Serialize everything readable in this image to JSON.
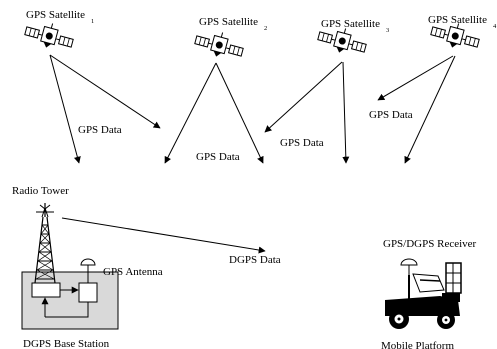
{
  "satellites": [
    {
      "label": "GPS Satellite",
      "subscript": "1"
    },
    {
      "label": "GPS Satellite",
      "subscript": "2"
    },
    {
      "label": "GPS Satellite",
      "subscript": "3"
    },
    {
      "label": "GPS Satellite",
      "subscript": "4"
    }
  ],
  "data_labels": {
    "gps_data_1": "GPS Data",
    "gps_data_2": "GPS Data",
    "gps_data_3": "GPS Data",
    "gps_data_4": "GPS Data",
    "dgps_data": "DGPS Data"
  },
  "base": {
    "radio_tower": "Radio Tower",
    "gps_antenna": "GPS Antenna",
    "station": "DGPS Base Station"
  },
  "mobile": {
    "receiver": "GPS/DGPS Receiver",
    "platform": "Mobile Platform"
  }
}
